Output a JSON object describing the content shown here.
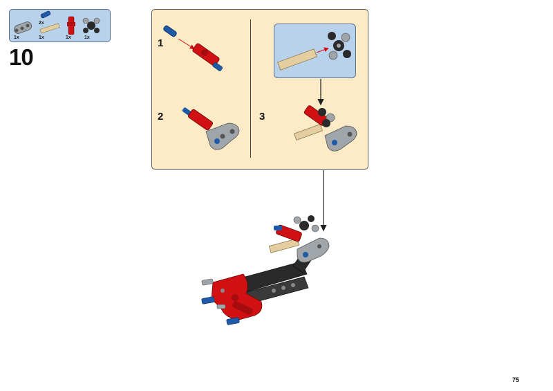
{
  "parts_list": {
    "items": [
      {
        "name": "grey-liftarm-icon",
        "qty": "1x"
      },
      {
        "name": "blue-pin-icon",
        "qty": "2x"
      },
      {
        "name": "tan-axle-icon",
        "qty": "1x"
      },
      {
        "name": "red-connector-icon",
        "qty": "1x"
      },
      {
        "name": "black-hub-icon",
        "qty": "1x"
      }
    ]
  },
  "step_number": "10",
  "substeps": [
    "1",
    "2",
    "3"
  ],
  "page_number": "75",
  "colors": {
    "parts_bg": "#b8d2ec",
    "panel_bg": "#fcebc6",
    "red": "#d01012",
    "blue": "#1e5aa8",
    "grey": "#a0a5a9",
    "dark": "#2a2a2a",
    "tan": "#e4cd9e"
  }
}
